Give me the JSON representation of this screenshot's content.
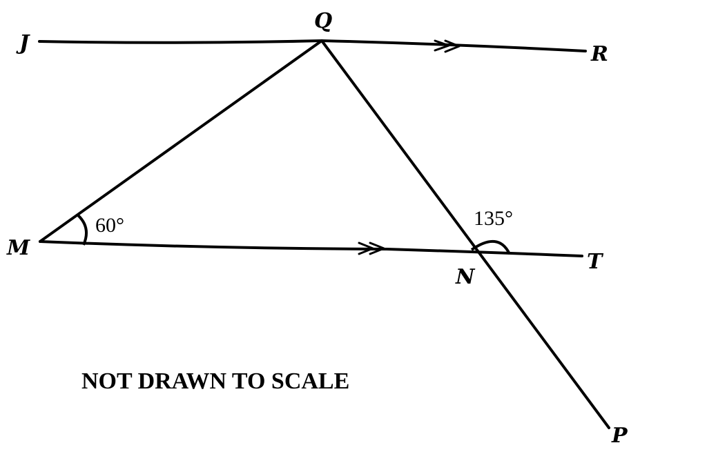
{
  "diagram": {
    "points": {
      "J": "J",
      "Q": "Q",
      "R": "R",
      "M": "M",
      "N": "N",
      "T": "T",
      "P": "P"
    },
    "angles": {
      "at_M": "60°",
      "at_N": "135°"
    },
    "note": "NOT DRAWN TO SCALE"
  }
}
